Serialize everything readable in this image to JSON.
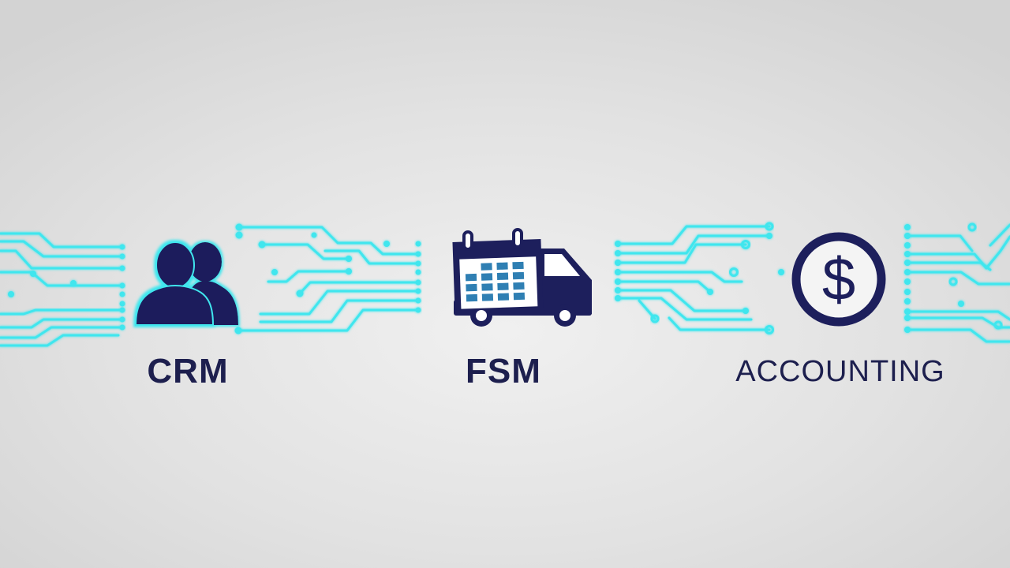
{
  "diagram": {
    "type": "integration-flow",
    "nodes": [
      {
        "id": "crm",
        "label": "CRM",
        "icon": "users-icon"
      },
      {
        "id": "fsm",
        "label": "FSM",
        "icon": "calendar-truck-icon"
      },
      {
        "id": "accounting",
        "label": "ACCOUNTING",
        "icon": "dollar-circle-icon"
      }
    ],
    "connectors": [
      {
        "from": "left-edge",
        "to": "crm",
        "style": "circuit-traces"
      },
      {
        "from": "crm",
        "to": "fsm",
        "style": "circuit-traces"
      },
      {
        "from": "fsm",
        "to": "accounting",
        "style": "circuit-traces"
      },
      {
        "from": "accounting",
        "to": "right-edge",
        "style": "circuit-traces"
      }
    ]
  },
  "colors": {
    "icon_navy": "#1d1f5c",
    "trace_cyan": "#3fe6ee",
    "calendar_cell_blue": "#2f7fb3",
    "background": "#e4e4e4"
  }
}
